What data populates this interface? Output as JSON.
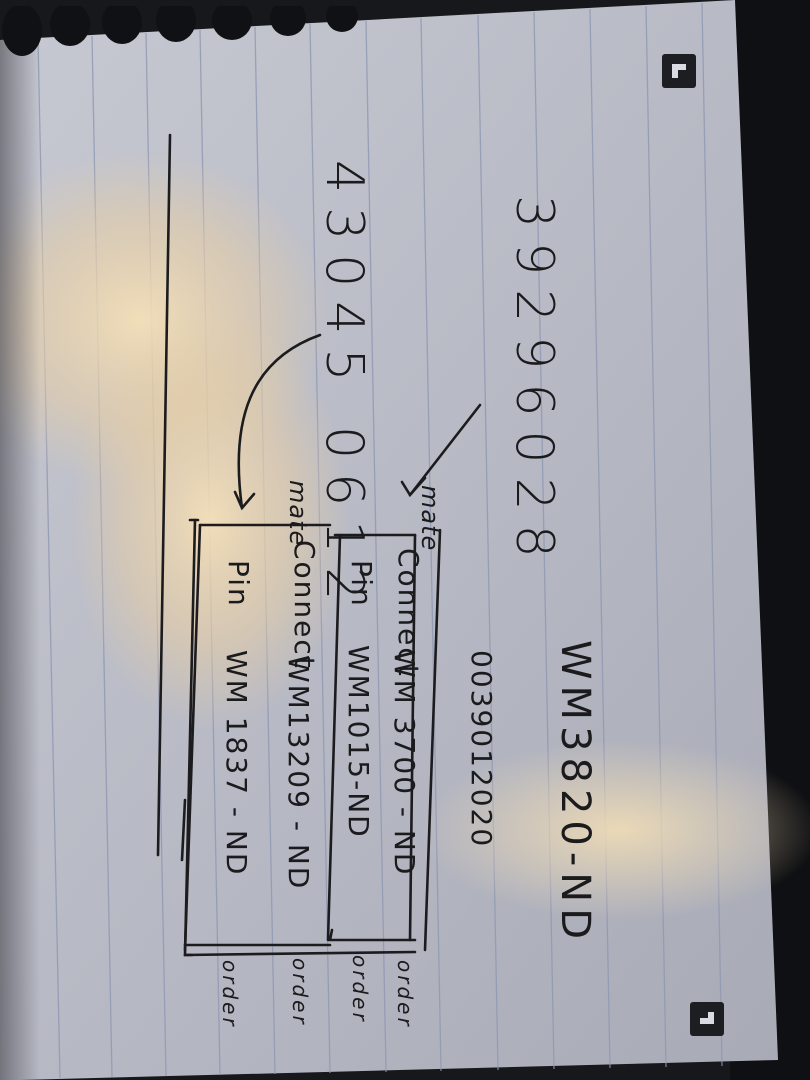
{
  "notebook": {
    "part_numbers": {
      "top": "39296028",
      "bottom": "43045 0612"
    },
    "top_order": "WM3820-ND",
    "box_top": {
      "mate_label": "mate",
      "part": "0039012020",
      "rows": [
        {
          "kind": "Connect",
          "code": "WM 3700 - ND",
          "order": "order"
        },
        {
          "kind": "Pin",
          "code": "WM1015-ND",
          "order": "order"
        }
      ]
    },
    "box_bottom": {
      "mate_label": "mate",
      "rows": [
        {
          "kind": "Connect",
          "code": "WM13209 - ND",
          "order": "order"
        },
        {
          "kind": "Pin",
          "code": "WM 1837 - ND",
          "order": "order"
        }
      ]
    }
  }
}
